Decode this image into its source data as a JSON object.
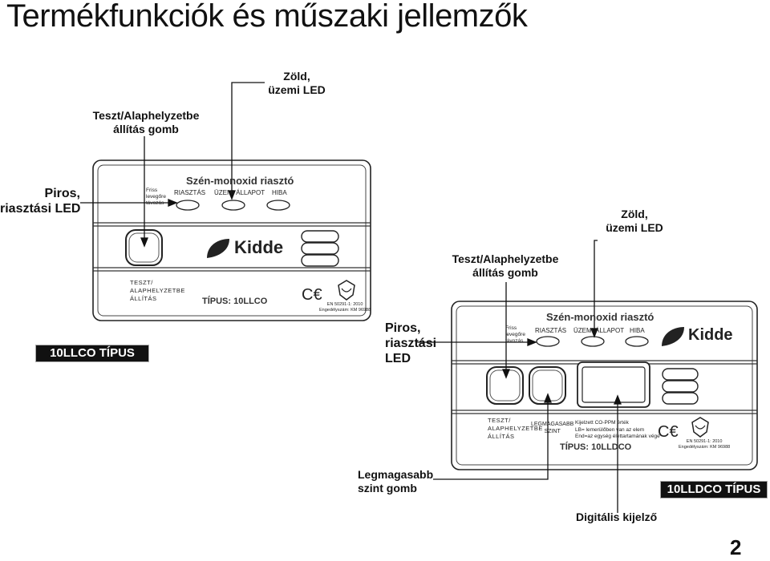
{
  "title": "Termékfunkciók és műszaki jellemzők",
  "page_number": "2",
  "model_a": {
    "badge": "10LLCO TÍPUS",
    "panel_title": "Szén-monoxid riasztó",
    "fresh_air": [
      "Friss",
      "levegőre",
      "távozás"
    ],
    "led_labels": {
      "alarm": "RIASZTÁS",
      "operation": "ÜZEMI ÁLLAPOT",
      "fault": "HIBA"
    },
    "test_reset": [
      "TESZT/",
      "ALAPHELYZETBE",
      "ÁLLÍTÁS"
    ],
    "type_label": "TÍPUS: 10LLCO",
    "brand": "Kidde",
    "cert": [
      "EN 50291-1: 2010",
      "Engedélyszám: KM 96988"
    ],
    "callouts": {
      "green_led": [
        "Zöld,",
        "üzemi LED"
      ],
      "test_button": [
        "Teszt/Alaphelyzetbe",
        "állítás gomb"
      ],
      "red_led": [
        "Piros,",
        "riasztási LED"
      ]
    }
  },
  "model_b": {
    "badge": "10LLDCO TÍPUS",
    "panel_title": "Szén-monoxid riasztó",
    "fresh_air": [
      "Friss",
      "levegőre",
      "távozás"
    ],
    "led_labels": {
      "alarm": "RIASZTÁS",
      "operation": "ÜZEMI ÁLLAPOT",
      "fault": "HIBA"
    },
    "test_reset": [
      "TESZT/",
      "ALAPHELYZETBE",
      "ÁLLÍTÁS"
    ],
    "peak_level": [
      "LEGMAGASABB",
      "SZINT"
    ],
    "display_info": [
      "Kijelzett CO-PPM érték",
      "LB= lemerülőben van az elem",
      "End=az egység élettartamának vége"
    ],
    "type_label": "TÍPUS: 10LLDCO",
    "brand": "Kidde",
    "cert": [
      "EN 50291-1: 2010",
      "Engedélyszám: KM 96988"
    ],
    "callouts": {
      "green_led": [
        "Zöld,",
        "üzemi LED"
      ],
      "test_button": [
        "Teszt/Alaphelyzetbe",
        "állítás gomb"
      ],
      "red_led": [
        "Piros,",
        "riasztási",
        "LED"
      ],
      "peak_button": [
        "Legmagasabb",
        "szint gomb"
      ],
      "display": "Digitális kijelző"
    }
  }
}
